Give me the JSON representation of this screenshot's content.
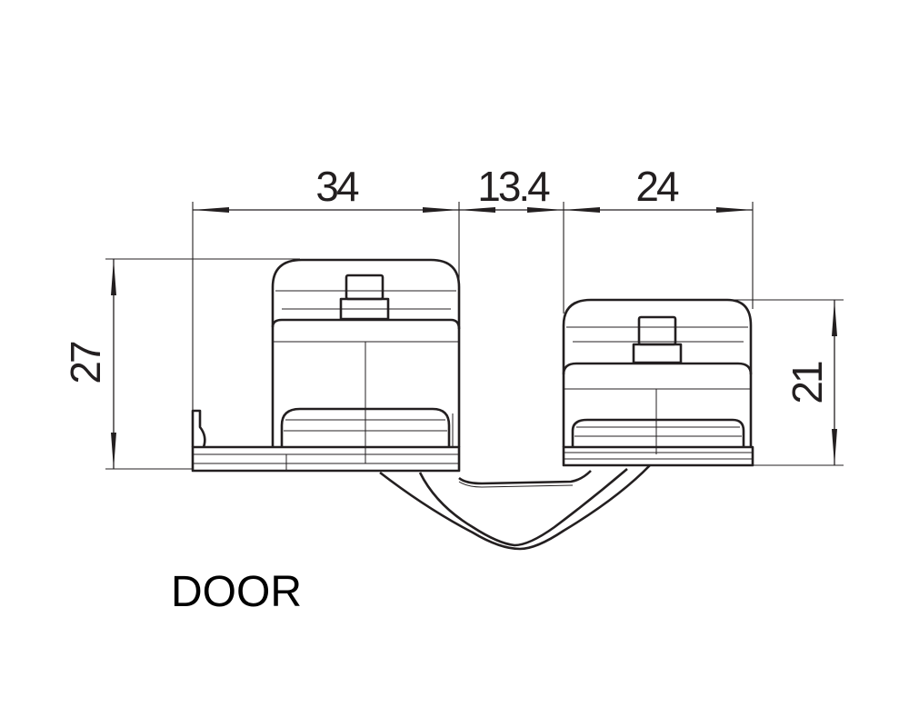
{
  "dimensions": {
    "left_width": "34",
    "gap": "13.4",
    "right_width": "24",
    "left_height": "27",
    "right_height": "21"
  },
  "caption": "DOOR",
  "colors": {
    "line": "#231f20",
    "background": "#ffffff"
  }
}
